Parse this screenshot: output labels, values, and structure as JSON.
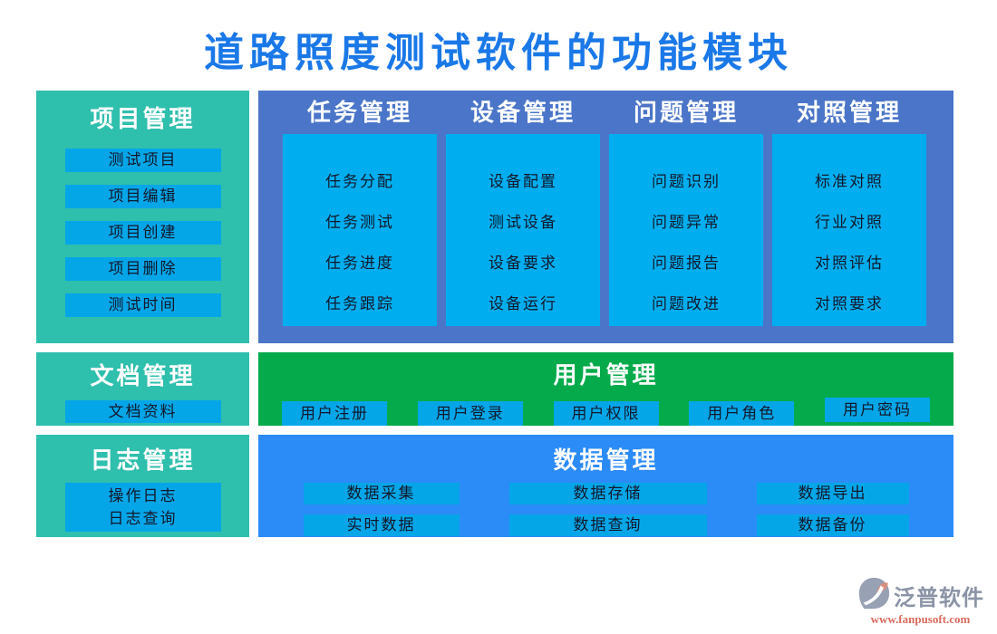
{
  "title": "道路照度测试软件的功能模块",
  "colors": {
    "title_blue": "#1a78e8",
    "teal_panel": "#2fbfad",
    "slate_panel": "#4a75c8",
    "green_panel": "#05ab4b",
    "blue_panel": "#2b8bf7",
    "card_cyan": "#00aeef",
    "chip_cyan": "#05a6e8"
  },
  "panels": {
    "project": {
      "title": "项目管理",
      "items": [
        "测试项目",
        "项目编辑",
        "项目创建",
        "项目删除",
        "测试时间"
      ]
    },
    "main": {
      "columns": [
        {
          "title": "任务管理",
          "items": [
            "任务分配",
            "任务测试",
            "任务进度",
            "任务跟踪"
          ]
        },
        {
          "title": "设备管理",
          "items": [
            "设备配置",
            "测试设备",
            "设备要求",
            "设备运行"
          ]
        },
        {
          "title": "问题管理",
          "items": [
            "问题识别",
            "问题异常",
            "问题报告",
            "问题改进"
          ]
        },
        {
          "title": "对照管理",
          "items": [
            "标准对照",
            "行业对照",
            "对照评估",
            "对照要求"
          ]
        }
      ]
    },
    "document": {
      "title": "文档管理",
      "items": [
        "文档资料"
      ]
    },
    "user": {
      "title": "用户管理",
      "items": [
        "用户注册",
        "用户登录",
        "用户权限",
        "用户角色",
        "用户密码"
      ]
    },
    "log": {
      "title": "日志管理",
      "items": [
        "操作日志",
        "日志查询"
      ]
    },
    "data": {
      "title": "数据管理",
      "rows": [
        [
          "数据采集",
          "数据存储",
          "数据导出"
        ],
        [
          "实时数据",
          "数据查询",
          "数据备份"
        ]
      ]
    }
  },
  "footer": {
    "brand": "泛普软件",
    "url": "www.fanpusoft.com"
  }
}
